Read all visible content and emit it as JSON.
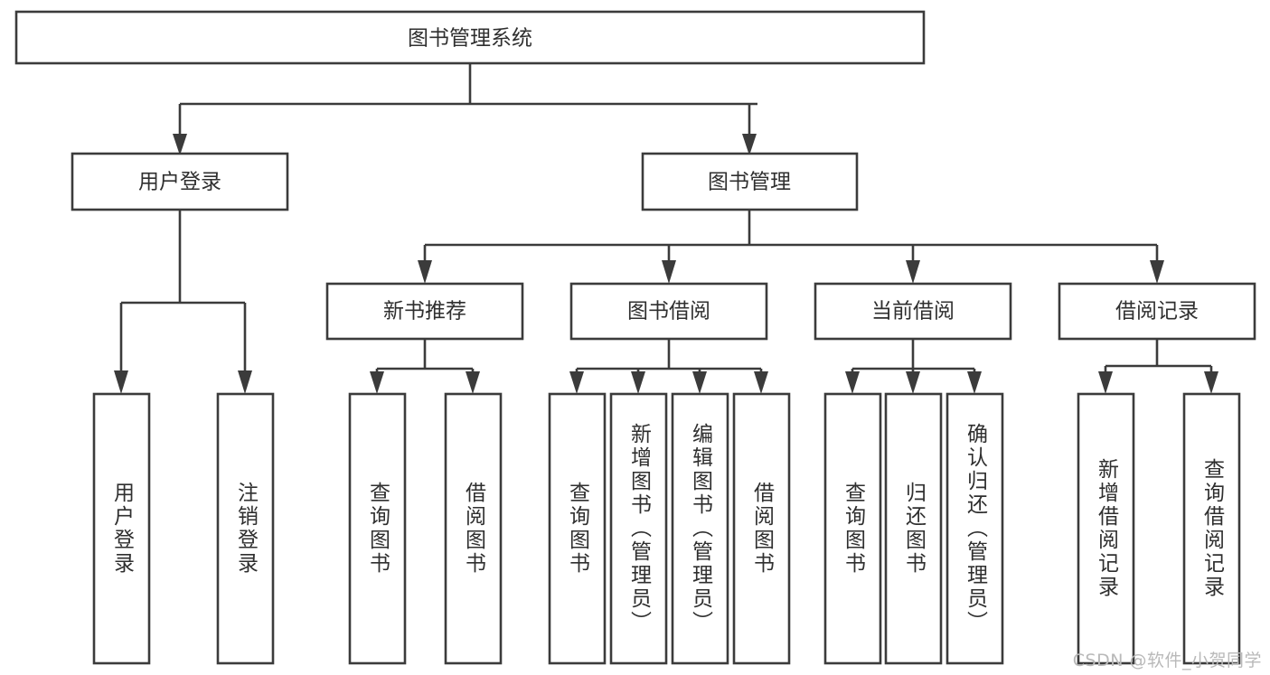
{
  "diagram": {
    "title": "图书管理系统",
    "type": "tree-hierarchy",
    "watermark": "CSDN @软件_小贺同学",
    "colors": {
      "stroke": "#3b3b3b",
      "fill": "#ffffff",
      "text": "#2f2f2f",
      "watermark": "#b9b9b9",
      "background": "#ffffff"
    },
    "root": {
      "label": "图书管理系统"
    },
    "level2": [
      {
        "label": "用户登录"
      },
      {
        "label": "图书管理"
      }
    ],
    "level3": [
      {
        "label": "新书推荐"
      },
      {
        "label": "图书借阅"
      },
      {
        "label": "当前借阅"
      },
      {
        "label": "借阅记录"
      }
    ],
    "leaves": {
      "user_login": [
        {
          "label": "用户登录"
        },
        {
          "label": "注销登录"
        }
      ],
      "new_book": [
        {
          "label": "查询图书"
        },
        {
          "label": "借阅图书"
        }
      ],
      "book_borrow": [
        {
          "label": "查询图书"
        },
        {
          "label": "新增图书（管理员）"
        },
        {
          "label": "编辑图书（管理员）"
        },
        {
          "label": "借阅图书"
        }
      ],
      "current_borrow": [
        {
          "label": "查询图书"
        },
        {
          "label": "归还图书"
        },
        {
          "label": "确认归还（管理员）"
        }
      ],
      "borrow_record": [
        {
          "label": "新增借阅记录"
        },
        {
          "label": "查询借阅记录"
        }
      ]
    }
  }
}
